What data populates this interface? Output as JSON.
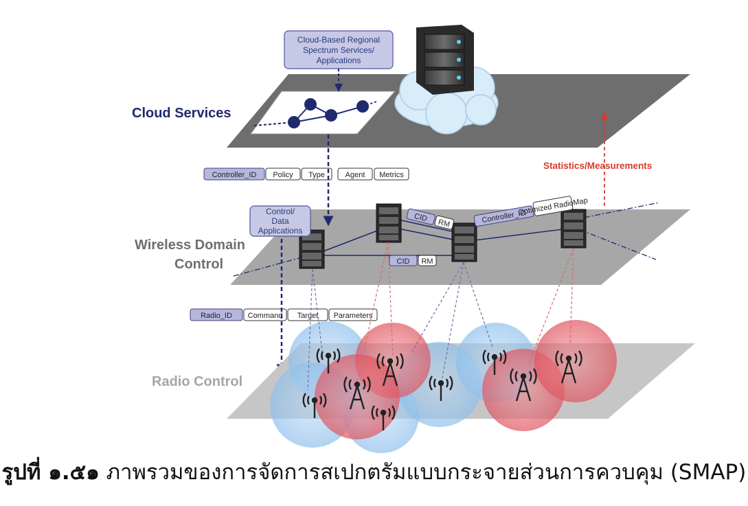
{
  "layers": {
    "cloud": "Cloud Services",
    "wireless_line1": "Wireless Domain",
    "wireless_line2": "Control",
    "radio": "Radio Control"
  },
  "callouts": {
    "cloud_apps": [
      "Cloud-Based Regional",
      "Spectrum Services/",
      "Applications"
    ],
    "control_apps": [
      "Control/",
      "Data",
      "Applications"
    ]
  },
  "stats_label": "Statistics/Measurements",
  "tags": {
    "cloud_row": [
      "Controller_ID",
      "Policy",
      "Type",
      "Agent",
      "Metrics"
    ],
    "radio_row": [
      "Radio_ID",
      "Command",
      "Target",
      "Parameters"
    ],
    "link_upper": [
      "CID",
      "RM"
    ],
    "link_lower": [
      "CID",
      "RM"
    ],
    "right_row": [
      "Controller_ID",
      "Optimized RadioMap"
    ]
  },
  "caption": {
    "prefix": "รูปที่ ๑.๕๑",
    "text": " ภาพรวมของการจัดการสเปกตรัมแบบกระจายส่วนการควบคุม (SMAP)"
  },
  "colors": {
    "plane": "#6b6b6b",
    "plane_light": "#a9a9a9",
    "navy": "#1f2a6e",
    "red_label": "#d83a2e",
    "blue_circle": "#9ec9ef",
    "red_circle": "#e8606a"
  }
}
